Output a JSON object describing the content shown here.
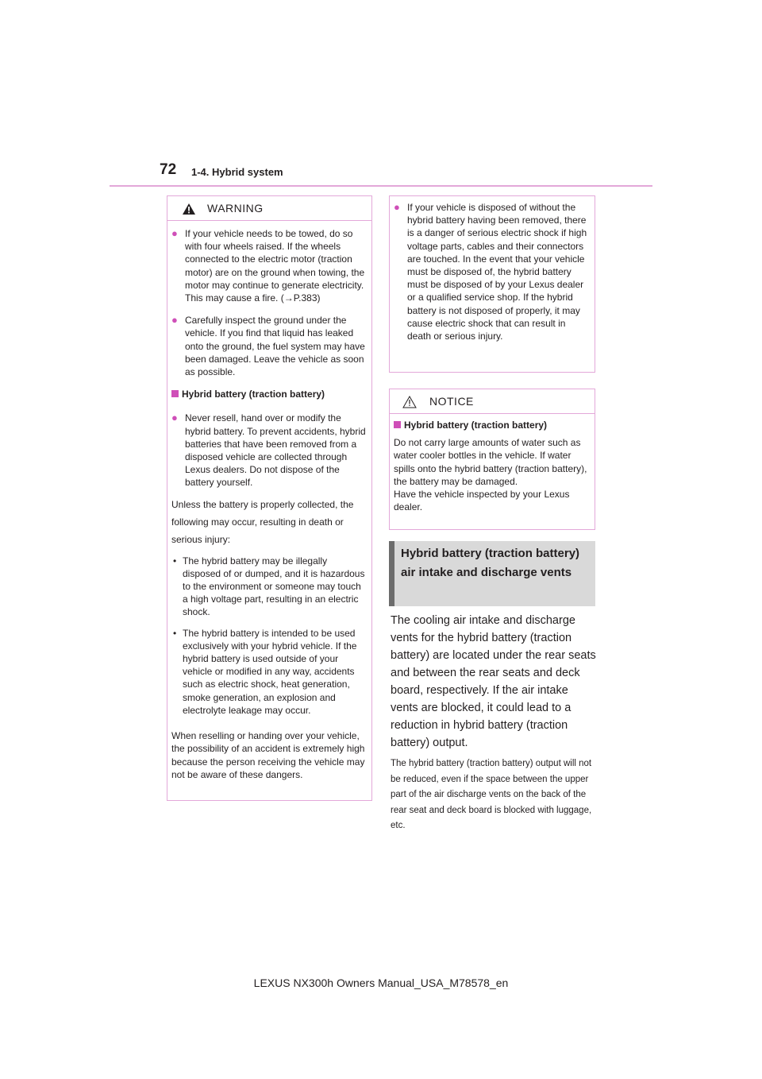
{
  "header": {
    "page_number": "72",
    "section": "1-4. Hybrid system"
  },
  "warning_box": {
    "title": "WARNING",
    "items": [
      "If your vehicle needs to be towed, do so with four wheels raised. If the wheels connected to the electric motor (traction motor) are on the ground when towing, the motor may continue to generate electricity. This may cause a fire. (→P.383)",
      "Carefully inspect the ground under the vehicle. If you find that liquid has leaked onto the ground, the fuel system may have been damaged. Leave the vehicle as soon as possible."
    ],
    "subheading": "Hybrid battery (traction battery)",
    "item3": "Never resell, hand over or modify the hybrid battery. To prevent accidents, hybrid batteries that have been removed from a disposed vehicle are collected through Lexus dealers. Do not dispose of the battery yourself.",
    "para": "Unless the battery is properly collected, the following may occur, resulting in death or serious injury:",
    "dots": [
      "The hybrid battery may be illegally disposed of or dumped, and it is hazardous to the environment or someone may touch a high voltage part, resulting in an electric shock.",
      "The hybrid battery is intended to be used exclusively with your hybrid vehicle. If the hybrid battery is used outside of your vehicle or modified in any way, accidents such as electric shock, heat generation, smoke generation, an explosion and electrolyte leakage may occur."
    ],
    "closing": "When reselling or handing over your vehicle, the possibility of an accident is extremely high because the person receiving the vehicle may not be aware of these dangers."
  },
  "warning_cont": {
    "item": "If your vehicle is disposed of without the hybrid battery having been removed, there is a danger of serious electric shock if high voltage parts, cables and their connectors are touched. In the event that your vehicle must be disposed of, the hybrid battery must be disposed of by your Lexus dealer or a qualified service shop. If the hybrid battery is not disposed of properly, it may cause electric shock that can result in death or serious injury."
  },
  "notice_box": {
    "title": "NOTICE",
    "subheading": "Hybrid battery (traction battery)",
    "text1": "Do not carry large amounts of water such as water cooler bottles in the vehicle. If water spills onto the hybrid battery (traction battery), the battery may be damaged.",
    "text2": "Have the vehicle inspected by your Lexus dealer."
  },
  "section_heading": "Hybrid battery (traction battery) air intake and discharge vents",
  "body": "The cooling air intake and discharge vents for the hybrid battery (traction battery) are located under the rear seats and between the rear seats and deck board, respectively. If the air intake vents are blocked, it could lead to a reduction in hybrid battery (traction battery) output.",
  "small_note": "The hybrid battery (traction battery) output will not be reduced, even if the space between the upper part of the air discharge vents on the back of the rear seat and deck board is blocked with luggage, etc.",
  "footer": "LEXUS NX300h Owners Manual_USA_M78578_en",
  "icons": {
    "bullet": "circle-bullet",
    "square": "square-bullet",
    "warning": "warning-triangle-icon"
  },
  "colors": {
    "accent": "#cf4fb8",
    "rule": "#e3a8d9",
    "heading_bg": "#d9d9d9",
    "heading_bar": "#6c6c6c"
  }
}
